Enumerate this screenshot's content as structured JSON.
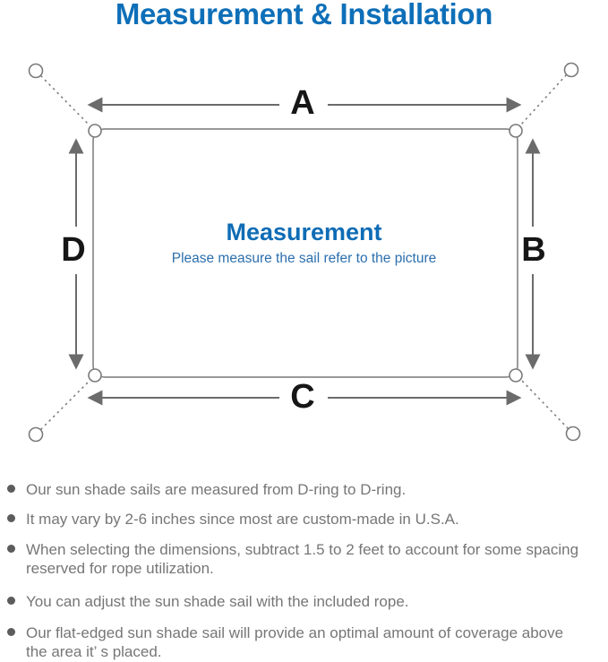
{
  "title": "Measurement & Installation",
  "diagram": {
    "center_heading": "Measurement",
    "center_subtitle": "Please measure the sail refer to the picture",
    "side_labels": {
      "top": "A",
      "right": "B",
      "bottom": "C",
      "left": "D"
    }
  },
  "notes": [
    "Our sun shade sails are measured from D-ring to D-ring.",
    "It may vary by 2-6 inches since most are custom-made in U.S.A.",
    "When selecting the dimensions, subtract 1.5 to 2 feet to account for some spacing\nreserved for rope utilization.",
    "You can adjust the sun shade sail with the included rope.",
    "Our flat-edged sun shade sail will provide an optimal amount of coverage above\nthe area it’ s placed."
  ],
  "colors": {
    "title_blue": "#0e6fb8",
    "heading_blue": "#0f6cb5",
    "subtitle_blue": "#2b6fad",
    "line_gray": "#6b6b6b",
    "note_gray": "#767676"
  }
}
